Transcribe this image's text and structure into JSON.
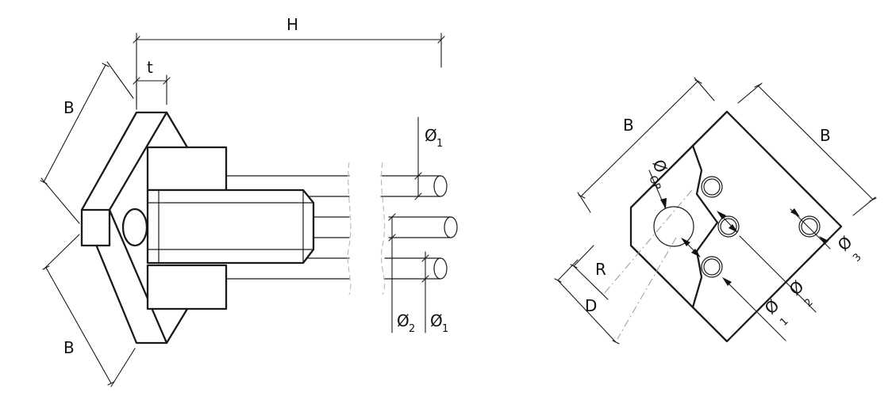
{
  "left_view": {
    "labels": {
      "H": "H",
      "t": "t",
      "B_top": "B",
      "B_bottom": "B",
      "phi1_top": "Ø",
      "phi1_top_sub": "1",
      "phi2": "Ø",
      "phi2_sub": "2",
      "phi1_bottom": "Ø",
      "phi1_bottom_sub": "1"
    }
  },
  "right_view": {
    "labels": {
      "B_left": "B",
      "B_right": "B",
      "phi_op": "Ø",
      "phi_op_sub": "OP",
      "R": "R",
      "D": "D",
      "phi1": "Ø",
      "phi1_sub": "1",
      "phi2": "Ø",
      "phi2_sub": "2",
      "phi3": "Ø",
      "phi3_sub": "3"
    }
  }
}
